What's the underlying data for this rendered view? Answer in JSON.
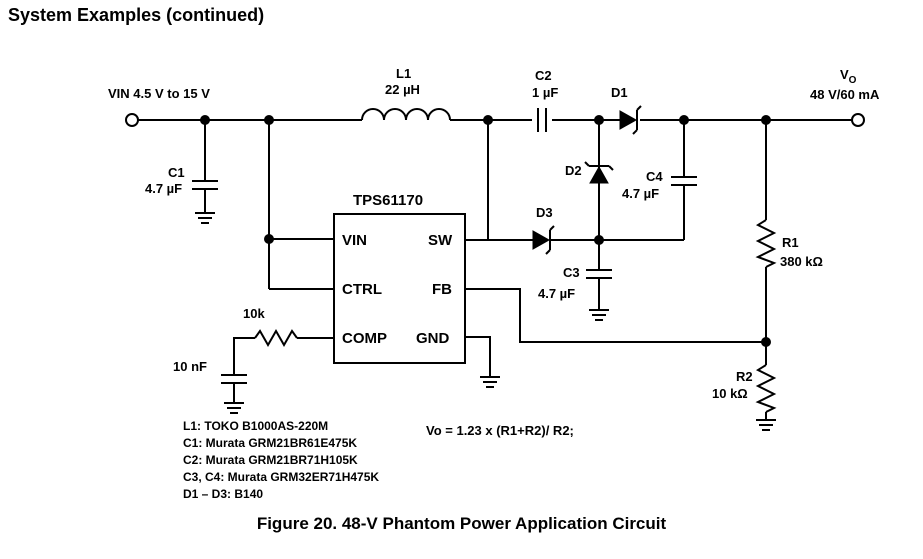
{
  "heading": "System Examples (continued)",
  "caption": "Figure 20.  48-V Phantom Power Application Circuit",
  "ic": {
    "name": "TPS61170",
    "pins": {
      "vin": "VIN",
      "ctrl": "CTRL",
      "comp": "COMP",
      "sw": "SW",
      "fb": "FB",
      "gnd": "GND"
    }
  },
  "input": {
    "label": "VIN 4.5 V to 15 V"
  },
  "output": {
    "label_main": "V",
    "label_sub": "O",
    "rating": "48 V/60 mA"
  },
  "components": {
    "l1": {
      "ref": "L1",
      "value": "22 µH"
    },
    "c1": {
      "ref": "C1",
      "value": "4.7 µF"
    },
    "c2": {
      "ref": "C2",
      "value": "1 µF"
    },
    "c3": {
      "ref": "C3",
      "value": "4.7 µF"
    },
    "c4": {
      "ref": "C4",
      "value": "4.7 µF"
    },
    "d1": {
      "ref": "D1"
    },
    "d2": {
      "ref": "D2"
    },
    "d3": {
      "ref": "D3"
    },
    "r1": {
      "ref": "R1",
      "value": "380 kΩ"
    },
    "r2": {
      "ref": "R2",
      "value": "10 kΩ"
    },
    "rcomp": {
      "value": "10k"
    },
    "ccomp": {
      "value": "10 nF"
    }
  },
  "formula": "Vo = 1.23 x (R1+R2)/ R2;",
  "bom": [
    "L1: TOKO B1000AS-220M",
    "C1: Murata GRM21BR61E475K",
    "C2: Murata GRM21BR71H105K",
    "C3, C4: Murata GRM32ER71H475K",
    "D1 – D3: B140"
  ]
}
